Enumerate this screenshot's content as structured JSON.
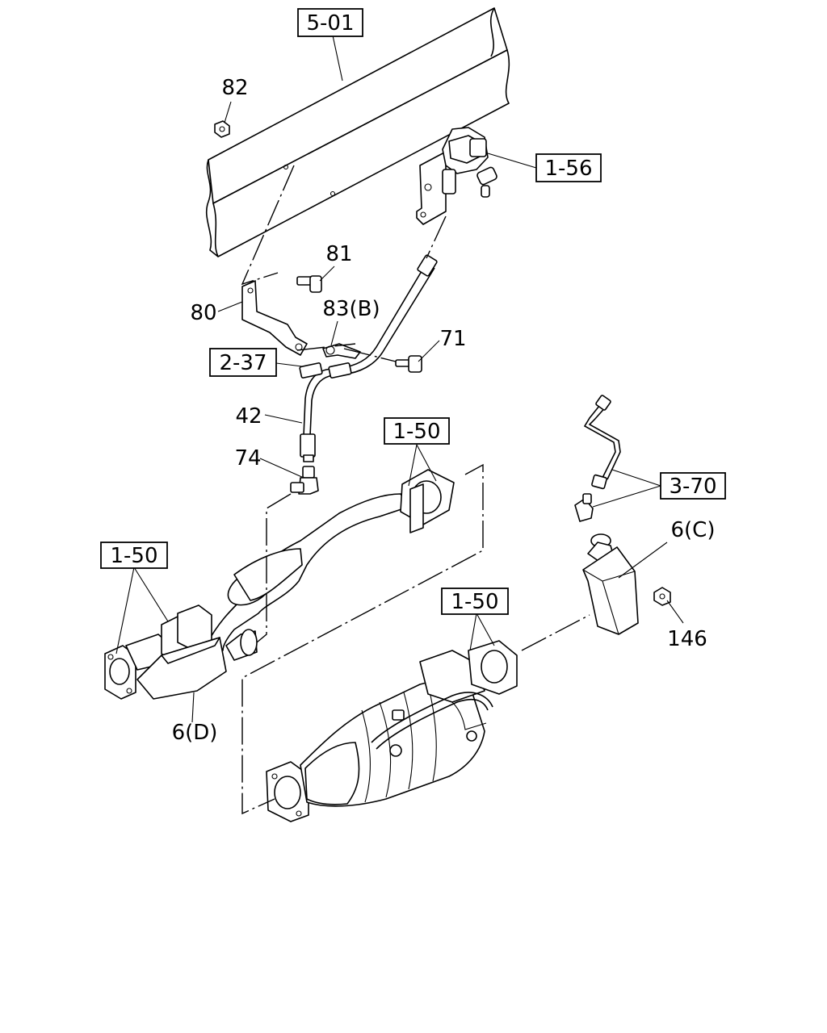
{
  "references": {
    "r501": "5-01",
    "r156": "1-56",
    "r237": "2-37",
    "r150_top": "1-50",
    "r150_left": "1-50",
    "r150_mid": "1-50",
    "r370": "3-70"
  },
  "parts": {
    "p82": "82",
    "p81": "81",
    "p80": "80",
    "p83b": "83(B)",
    "p71": "71",
    "p42": "42",
    "p74": "74",
    "p6c": "6(C)",
    "p146": "146",
    "p6d": "6(D)"
  }
}
